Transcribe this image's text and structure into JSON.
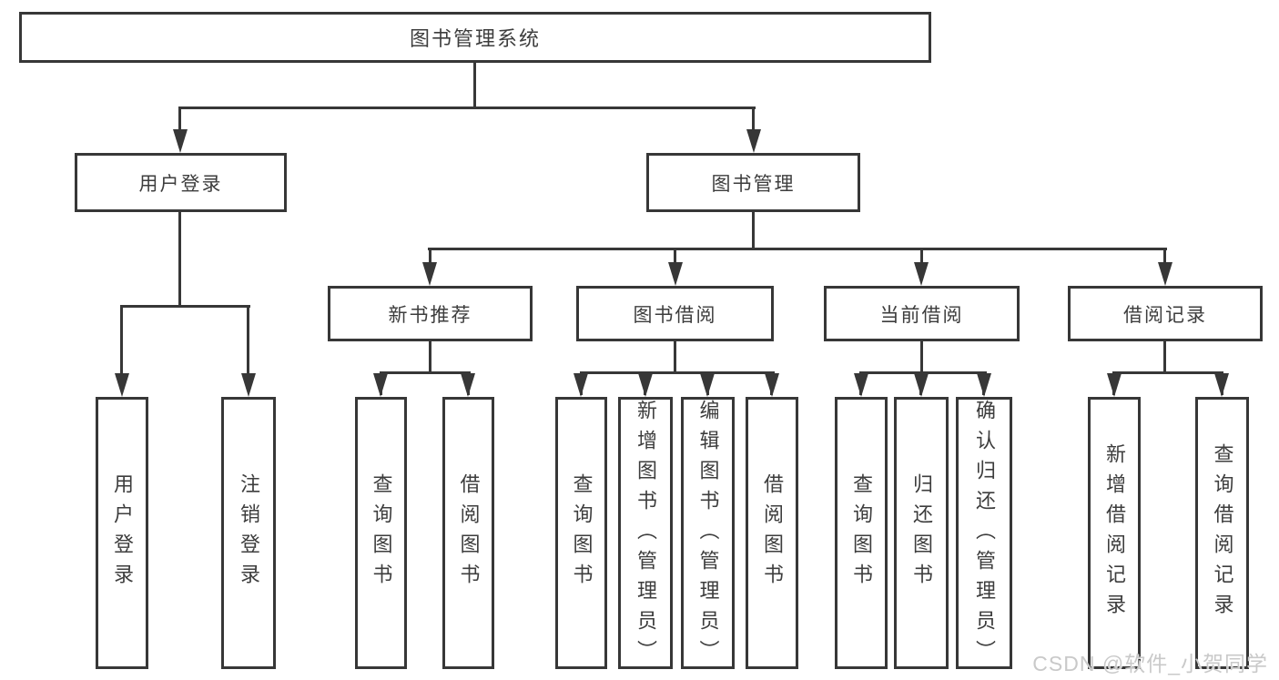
{
  "diagram": {
    "root": {
      "label": "图书管理系统"
    },
    "branches": [
      {
        "label": "用户登录",
        "children": [
          {
            "label": "用户登录"
          },
          {
            "label": "注销登录"
          }
        ]
      },
      {
        "label": "图书管理",
        "children": [
          {
            "label": "新书推荐",
            "children": [
              {
                "label": "查询图书"
              },
              {
                "label": "借阅图书"
              }
            ]
          },
          {
            "label": "图书借阅",
            "children": [
              {
                "label": "查询图书"
              },
              {
                "label": "新增图书（管理员）"
              },
              {
                "label": "编辑图书（管理员）"
              },
              {
                "label": "借阅图书"
              }
            ]
          },
          {
            "label": "当前借阅",
            "children": [
              {
                "label": "查询图书"
              },
              {
                "label": "归还图书"
              },
              {
                "label": "确认归还（管理员）"
              }
            ]
          },
          {
            "label": "借阅记录",
            "children": [
              {
                "label": "新增借阅记录"
              },
              {
                "label": "查询借阅记录"
              }
            ]
          }
        ]
      }
    ]
  },
  "watermark": {
    "text": "CSDN @软件_小贺同学"
  },
  "colors": {
    "line": "#373737",
    "text": "#3d3d3d",
    "watermark": "#c9c9c9",
    "background": "#ffffff"
  }
}
